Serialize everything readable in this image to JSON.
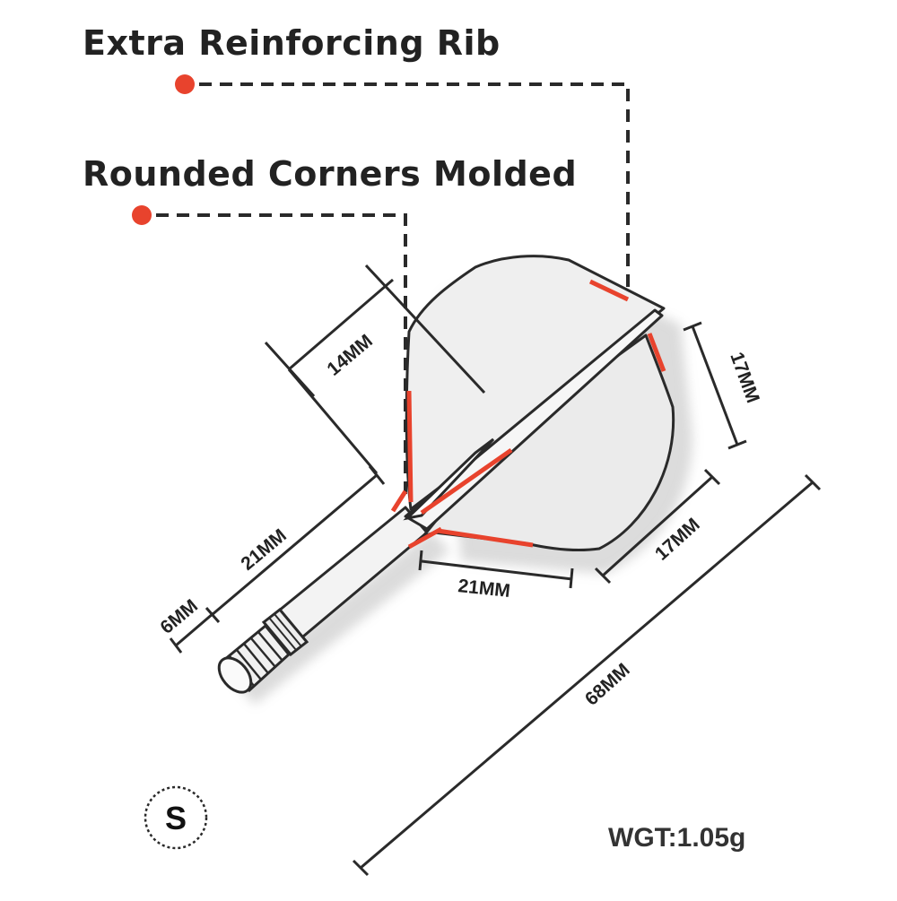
{
  "callouts": {
    "rib": "Extra Reinforcing Rib",
    "corners": "Rounded Corners Molded"
  },
  "dimensions": {
    "shaft_21": "21MM",
    "wing_14": "14MM",
    "base_21": "21MM",
    "side_17": "17MM",
    "right_17": "17MM",
    "overall_68": "68MM",
    "thread_6": "6MM"
  },
  "size_badge": "S",
  "weight": "WGT:1.05g",
  "colors": {
    "accent": "#e8432d",
    "line": "#2a2a2a",
    "flight_fill": "#eeeeee"
  }
}
